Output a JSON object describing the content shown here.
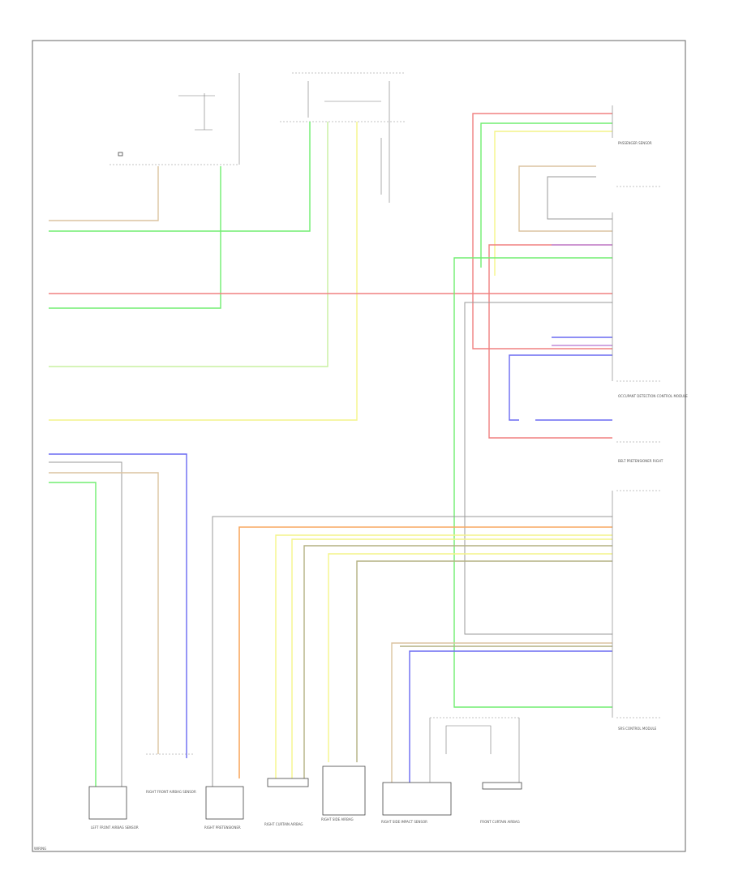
{
  "colors": {
    "red": "#f08080",
    "green": "#70ee70",
    "yellow": "#f4f488",
    "tan": "#dcc4a0",
    "blue": "#6a6af2",
    "orange": "#f8a860",
    "gray": "#9a9a9a",
    "olive": "#b4b082",
    "violet": "#c08ad8",
    "lgreen": "#c8f0a0"
  },
  "labels": {
    "passenger_sensor": "PASSENGER SENSOR",
    "right_belt_pretensioner": "BELT PRETENSIONER RIGHT",
    "center_module": "SRS CONTROL MODULE",
    "left_front_airbag_sensor": "LEFT FRONT AIRBAG SENSOR",
    "right_front_airbag_sensor": "RIGHT FRONT AIRBAG SENSOR",
    "right_pretensioner": "RIGHT PRETENSIONER",
    "right_curtain_airbag": "RIGHT CURTAIN AIRBAG",
    "right_side_airbag": "RIGHT SIDE AIRBAG",
    "right_side_impact_sensor": "RIGHT SIDE IMPACT SENSOR",
    "front_curtain_airbag": "FRONT CURTAIN AIRBAG",
    "occupant_detection": "OCCUPANT DETECTION CONTROL MODULE",
    "footer": "WIRING"
  }
}
